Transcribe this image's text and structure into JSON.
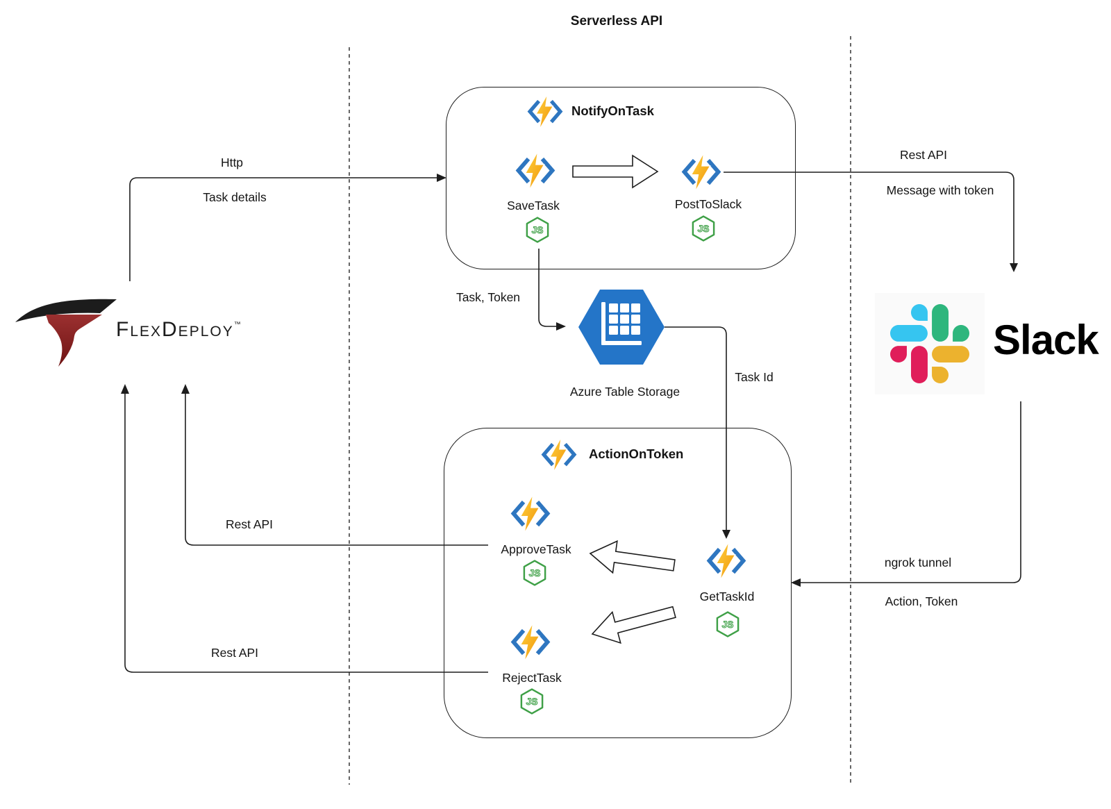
{
  "title": "Serverless API",
  "flexdeploy": {
    "wordmark": "FlexDeploy",
    "trademark": "™"
  },
  "slack": {
    "wordmark": "Slack"
  },
  "notify_group": {
    "title": "NotifyOnTask"
  },
  "action_group": {
    "title": "ActionOnToken"
  },
  "functions": {
    "save_task": "SaveTask",
    "post_to_slack": "PostToSlack",
    "approve_task": "ApproveTask",
    "reject_task": "RejectTask",
    "get_task_id": "GetTaskId"
  },
  "node_badge": "JS",
  "storage": {
    "label": "Azure Table Storage"
  },
  "edges": {
    "http": {
      "top": "Http",
      "bottom": "Task details"
    },
    "post_slack": {
      "top": "Rest API",
      "bottom": "Message with token"
    },
    "save_storage": {
      "label": "Task, Token"
    },
    "storage_gettask": {
      "label": "Task Id"
    },
    "slack_action": {
      "top": "ngrok tunnel",
      "bottom": "Action, Token"
    },
    "approve_flex": {
      "label": "Rest API"
    },
    "reject_flex": {
      "label": "Rest API"
    }
  },
  "colors": {
    "function_bracket_blue": "#2E76C0",
    "bolt_yellow_light": "#FFD23E",
    "bolt_orange": "#F0940A",
    "node_green": "#3FA047",
    "storage_blue": "#2475C8",
    "slack_blue": "#36C5F0",
    "slack_green": "#2EB67D",
    "slack_red": "#E01E5A",
    "slack_yellow": "#ECB22E",
    "flexdeploy_red": "#8E2424",
    "line_black": "#1D1D1D"
  }
}
